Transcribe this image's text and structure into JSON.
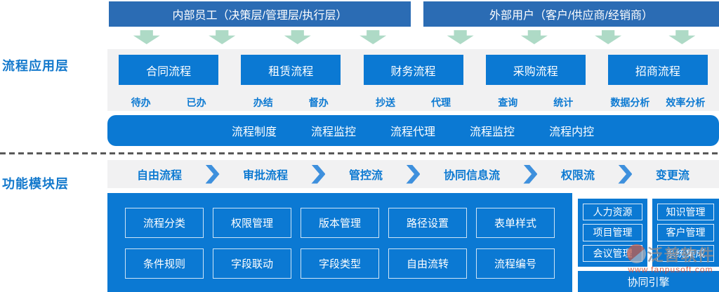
{
  "colors": {
    "primary_blue": "#0b79d3",
    "header_blue": "#2b6cb4",
    "panel_gray": "#f1f1f2",
    "arrow_green": "#aedac6",
    "text_blue": "#0d7ad2",
    "chevron_blue": "#3e90dd",
    "dash_gray": "#595959",
    "watermark_gray": "#8e8c90",
    "watermark_red": "#cf4a33"
  },
  "layers": {
    "app": "流程应用层",
    "module": "功能模块层"
  },
  "headers": {
    "internal": "内部员工（决策层/管理层/执行层）",
    "external": "外部用户（客户/供应商/经销商）"
  },
  "app_layer": {
    "processes": [
      {
        "name": "合同流程",
        "sub": [
          "待办",
          "已办"
        ]
      },
      {
        "name": "租赁流程",
        "sub": [
          "办结",
          "督办"
        ]
      },
      {
        "name": "财务流程",
        "sub": [
          "抄送",
          "代理"
        ]
      },
      {
        "name": "采购流程",
        "sub": [
          "查询",
          "统计"
        ]
      },
      {
        "name": "招商流程",
        "sub": [
          "数据分析",
          "效率分析"
        ]
      }
    ],
    "bar_items": [
      "流程制度",
      "流程监控",
      "流程代理",
      "流程监控",
      "流程内控"
    ]
  },
  "module_layer": {
    "flow_items": [
      "自由流程",
      "审批流程",
      "管控流",
      "协同信息流",
      "权限流",
      "变更流"
    ],
    "grid": [
      [
        "流程分类",
        "权限管理",
        "版本管理",
        "路径设置",
        "表单样式"
      ],
      [
        "条件规则",
        "字段联动",
        "字段类型",
        "自由流转",
        "流程编号"
      ]
    ],
    "side_columns": [
      [
        "人力资源",
        "项目管理",
        "会议管理"
      ],
      [
        "知识管理",
        "客户管理",
        "系统集成"
      ]
    ],
    "engine": "协同引擎"
  },
  "watermark": {
    "brand": "泛普软件",
    "url": "www.fanpusoft.com"
  }
}
